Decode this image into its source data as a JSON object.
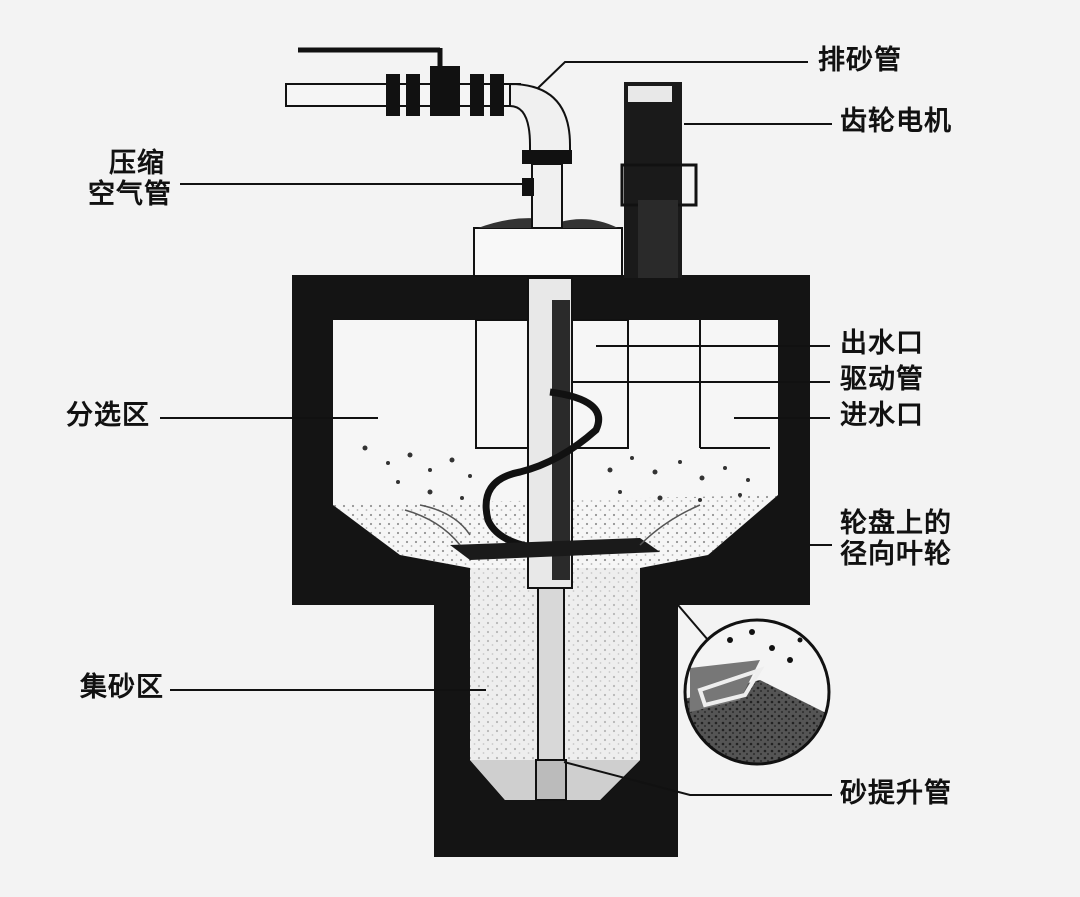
{
  "labels": {
    "sand_discharge_pipe": "排砂管",
    "gear_motor": "齿轮电机",
    "compressed_air_pipe_line1": "压缩",
    "compressed_air_pipe_line2": "空气管",
    "outlet": "出水口",
    "drive_tube": "驱动管",
    "inlet": "进水口",
    "separation_zone": "分选区",
    "radial_impeller_line1": "轮盘上的",
    "radial_impeller_line2": "径向叶轮",
    "sand_collection_zone": "集砂区",
    "sand_lift_pipe": "砂提升管"
  }
}
